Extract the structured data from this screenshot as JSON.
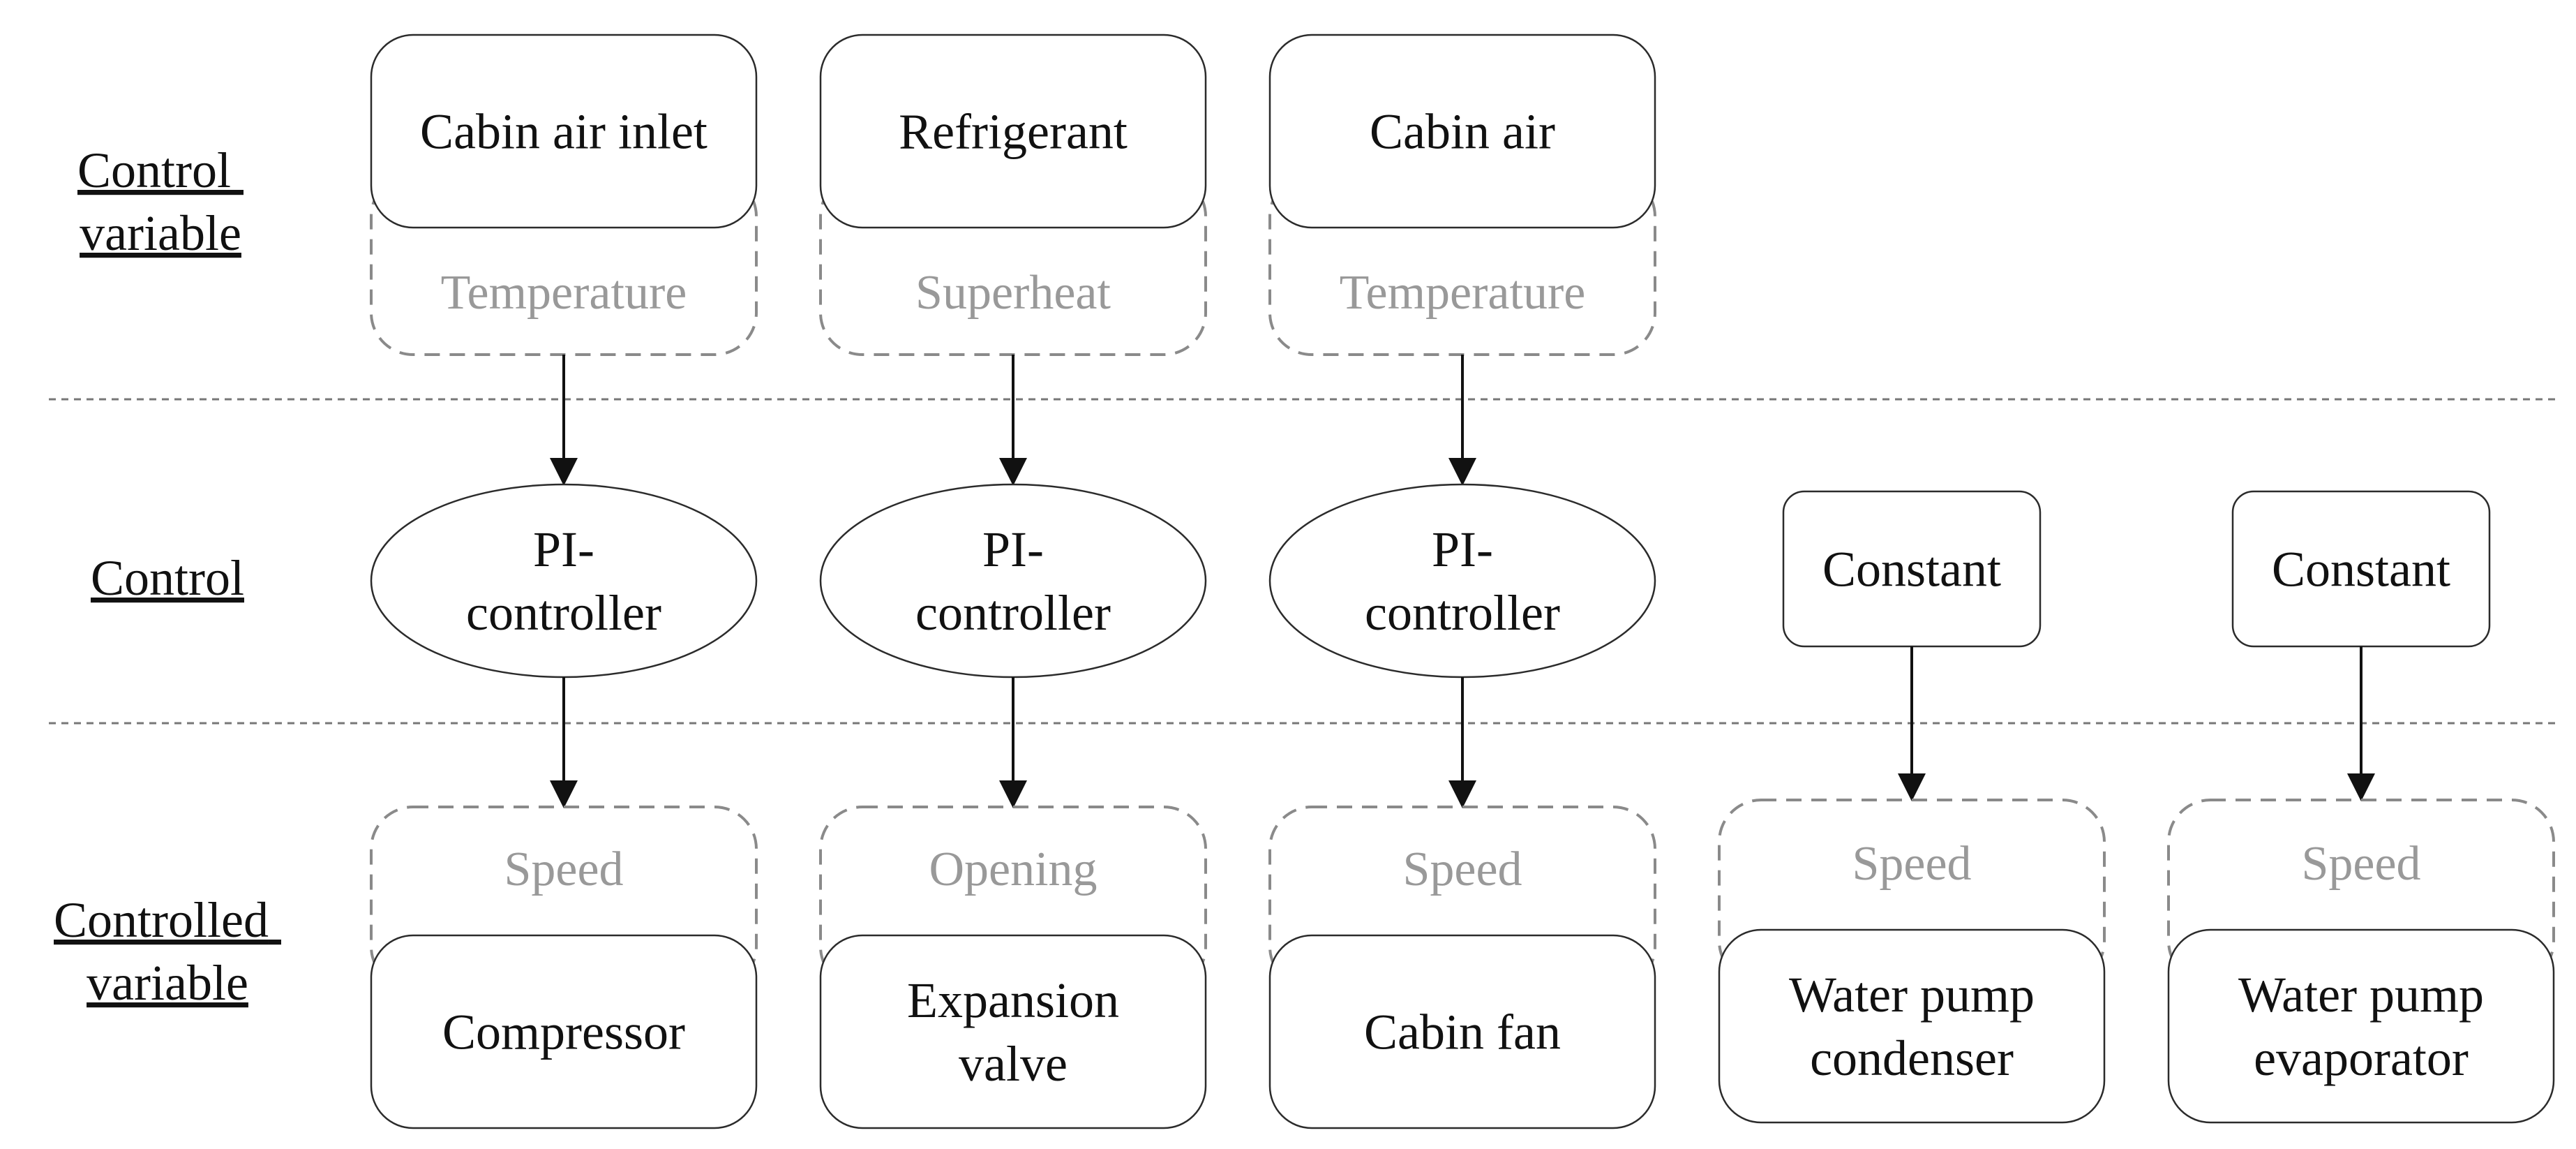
{
  "row_labels": {
    "control_variable": [
      "Control",
      "variable"
    ],
    "control": "Control",
    "controlled_variable": [
      "Controlled",
      "variable"
    ]
  },
  "columns": [
    {
      "source_box": "Cabin air inlet",
      "source_property": "Temperature",
      "control": [
        "PI-",
        "controller"
      ],
      "actuator_property": "Speed",
      "actuator": [
        "Compressor"
      ]
    },
    {
      "source_box": "Refrigerant",
      "source_property": "Superheat",
      "control": [
        "PI-",
        "controller"
      ],
      "actuator_property": "Opening",
      "actuator": [
        "Expansion",
        "valve"
      ]
    },
    {
      "source_box": "Cabin air",
      "source_property": "Temperature",
      "control": [
        "PI-",
        "controller"
      ],
      "actuator_property": "Speed",
      "actuator": [
        "Cabin fan"
      ]
    },
    {
      "control": [
        "Constant"
      ],
      "actuator_property": "Speed",
      "actuator": [
        "Water pump",
        "condenser"
      ]
    },
    {
      "control": [
        "Constant"
      ],
      "actuator_property": "Speed",
      "actuator": [
        "Water pump",
        "evaporator"
      ]
    }
  ],
  "colors": {
    "stroke": "#2b2b2b",
    "dashed_stroke": "#8a8a8a",
    "muted_text": "#999999",
    "text": "#111111"
  }
}
